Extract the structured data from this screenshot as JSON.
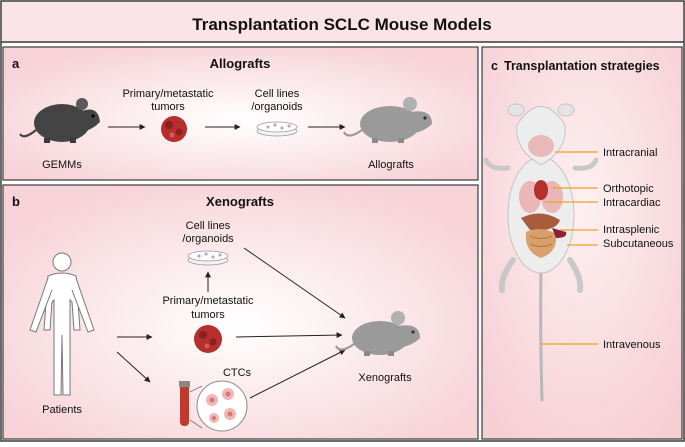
{
  "title": "Transplantation SCLC Mouse Models",
  "panel_a": {
    "letter": "a",
    "title": "Allografts",
    "gemm_label": "GEMMs",
    "tumor_label_1": "Primary/metastatic",
    "tumor_label_2": "tumors",
    "cells_label_1": "Cell lines",
    "cells_label_2": "/organoids",
    "result_label": "Allografts"
  },
  "panel_b": {
    "letter": "b",
    "title": "Xenografts",
    "patients_label": "Patients",
    "cells_label_1": "Cell lines",
    "cells_label_2": "/organoids",
    "tumor_label_1": "Primary/metastatic",
    "tumor_label_2": "tumors",
    "ctc_label": "CTCs",
    "result_label": "Xenografts"
  },
  "panel_c": {
    "letter": "c",
    "title": "Transplantation strategies",
    "sites": [
      "Intracranial",
      "Orthotopic",
      "Intracardiac",
      "Intrasplenic",
      "Subcutaneous",
      "Intravenous"
    ]
  },
  "colors": {
    "frame": "#3a3a3a",
    "panel_bg": "#fbe4e7",
    "leader_line": "#f0a020",
    "tumor": "#b5302c",
    "mouse_dark": "#4a4a4a",
    "mouse_gray": "#9a9a9a"
  }
}
